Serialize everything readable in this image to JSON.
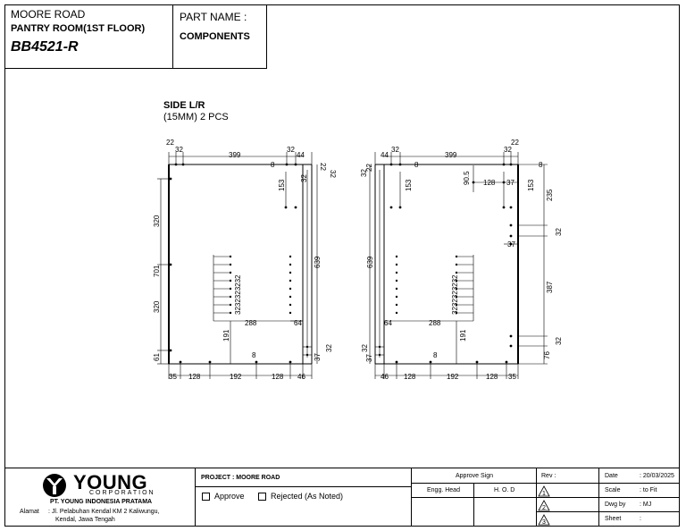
{
  "header": {
    "project_name": "MOORE ROAD",
    "room": "PANTRY ROOM(1ST FLOOR)",
    "code": "BB4521-R",
    "part_name_label": "PART NAME :",
    "part_name_value": "COMPONENTS"
  },
  "drawing": {
    "title": "SIDE L/R",
    "subtitle": "(15MM) 2 PCS",
    "left_panel_dims": {
      "top": [
        "22",
        "32",
        "399",
        "32",
        "44",
        "8",
        "22",
        "32"
      ],
      "left": [
        "320",
        "701",
        "320",
        "61"
      ],
      "inner": [
        "153",
        "639",
        "288",
        "64",
        "191",
        "8",
        "37",
        "32",
        "32"
      ],
      "hole_stack": "3232323232",
      "bottom": [
        "35",
        "128",
        "192",
        "128",
        "46"
      ]
    },
    "right_panel_dims": {
      "top": [
        "44",
        "32",
        "399",
        "32",
        "22",
        "32",
        "22",
        "8"
      ],
      "inner": [
        "90.5",
        "128",
        "37",
        "153",
        "8",
        "235",
        "32",
        "37",
        "387",
        "32",
        "76",
        "639",
        "64",
        "288",
        "191",
        "8",
        "32",
        "37"
      ],
      "hole_stack": "3232323232",
      "bottom": [
        "46",
        "128",
        "192",
        "128",
        "35"
      ]
    }
  },
  "title_block": {
    "company_name": "YOUNG",
    "company_sub": "CORPORATION",
    "company_full": "PT. YOUNG INDONESIA PRATAMA",
    "address_label": "Alamat",
    "address_line1": ": Jl. Pelabuhan Kendal KM 2 Kaliwungu,",
    "address_line2": "Kendal, Jawa Tengah",
    "project_label": "PROJECT : MOORE ROAD",
    "approve_label": "Approve",
    "rejected_label": "Rejected (As Noted)",
    "approve_sign_label": "Approve Sign",
    "engg_head_label": "Engg. Head",
    "hod_label": "H. O. D",
    "rev_label": "Rev :",
    "rev_marks": [
      "1",
      "2",
      "3"
    ],
    "date_label": "Date",
    "date_value": ": 20/03/2025",
    "scale_label": "Scale",
    "scale_value": ": to Fit",
    "dwg_label": "Dwg by",
    "dwg_value": ": MJ",
    "sheet_label": "Sheet",
    "sheet_value": ":"
  }
}
